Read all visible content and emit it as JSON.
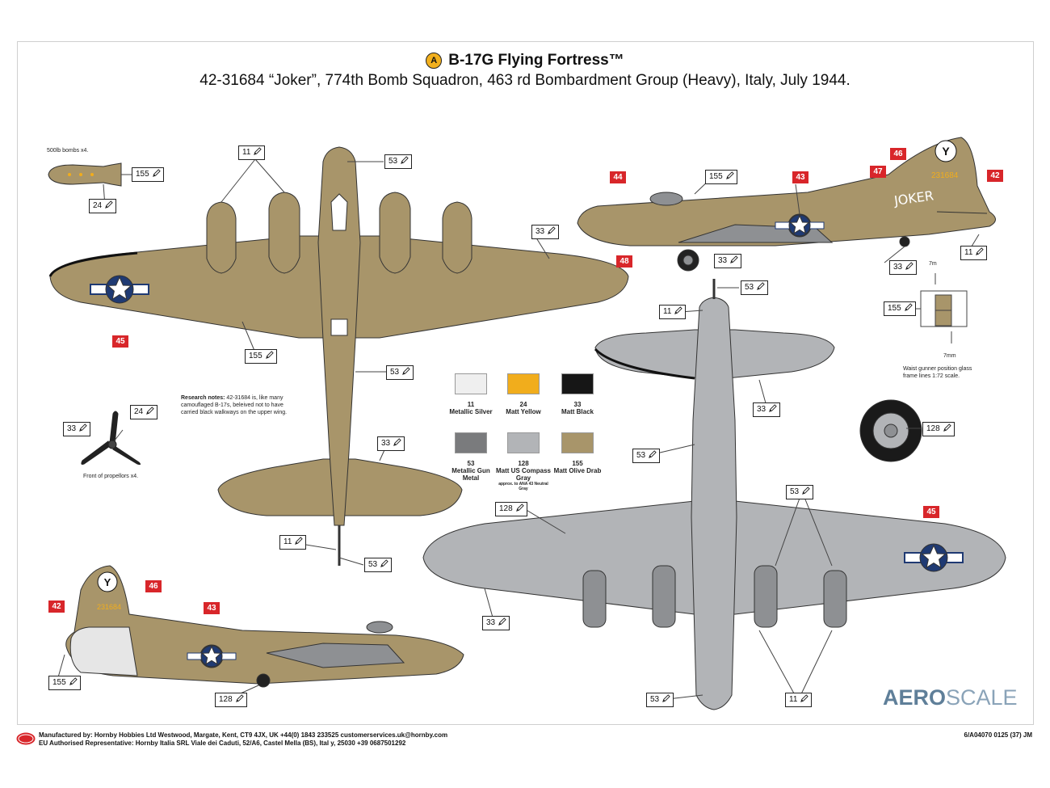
{
  "header": {
    "scheme_letter": "A",
    "title": "B-17G Flying Fortress™",
    "subtitle": "42-31684 “Joker”, 774th Bomb Squadron, 463 rd Bombardment Group (Heavy), Italy, July  1944."
  },
  "notes": {
    "bombs": "500lb bombs x4.",
    "propellers": "Front of propellors x4.",
    "research_title": "Research notes:",
    "research": "42-31684 is, like many camouflaged B-17s, beleived not to have carried black walkways on the upper wing.",
    "waist_gunner": "Waist gunner position glass frame lines 1:72 scale.",
    "dim_top": "7m",
    "dim_bottom": "7mm"
  },
  "paints": [
    {
      "code": "11",
      "name": "Metallic Silver",
      "color": "#efefef"
    },
    {
      "code": "24",
      "name": "Matt Yellow",
      "color": "#f1ad1c"
    },
    {
      "code": "33",
      "name": "Matt Black",
      "color": "#161616"
    },
    {
      "code": "53",
      "name": "Metallic Gun Metal",
      "color": "#7a7b7d"
    },
    {
      "code": "128",
      "name": "Matt US Compass Gray",
      "note": "approx. to ANA 43 Neutral Gray",
      "color": "#b2b4b7"
    },
    {
      "code": "155",
      "name": "Matt Olive Drab",
      "color": "#a8956a"
    }
  ],
  "colors": {
    "olive": "#a8956a",
    "olive_dark": "#8c7a52",
    "gray": "#b2b4b7",
    "gray_dark": "#8e9093",
    "decal_red": "#d8262a",
    "insignia_blue": "#1f3a73"
  },
  "callouts": [
    {
      "id": "c1",
      "label": "11"
    },
    {
      "id": "c2",
      "label": "53"
    },
    {
      "id": "c3",
      "label": "155"
    },
    {
      "id": "c4",
      "label": "24"
    },
    {
      "id": "c5",
      "label": "33"
    },
    {
      "id": "c6",
      "label": "155"
    },
    {
      "id": "c7",
      "label": "53"
    },
    {
      "id": "c8",
      "label": "24"
    },
    {
      "id": "c9",
      "label": "33"
    },
    {
      "id": "c10",
      "label": "33"
    },
    {
      "id": "c11",
      "label": "11"
    },
    {
      "id": "c12",
      "label": "53"
    },
    {
      "id": "c13",
      "label": "155"
    },
    {
      "id": "c14",
      "label": "33"
    },
    {
      "id": "c15",
      "label": "33"
    },
    {
      "id": "c16",
      "label": "11"
    },
    {
      "id": "c17",
      "label": "53"
    },
    {
      "id": "c18",
      "label": "11"
    },
    {
      "id": "c19",
      "label": "155"
    },
    {
      "id": "c20",
      "label": "33"
    },
    {
      "id": "c21",
      "label": "128"
    },
    {
      "id": "c22",
      "label": "53"
    },
    {
      "id": "c23",
      "label": "128"
    },
    {
      "id": "c24",
      "label": "53"
    },
    {
      "id": "c25",
      "label": "33"
    },
    {
      "id": "c26",
      "label": "53"
    },
    {
      "id": "c27",
      "label": "11"
    },
    {
      "id": "c28",
      "label": "155"
    },
    {
      "id": "c29",
      "label": "128"
    }
  ],
  "decals": [
    {
      "id": "d1",
      "label": "45"
    },
    {
      "id": "d2",
      "label": "44"
    },
    {
      "id": "d3",
      "label": "43"
    },
    {
      "id": "d4",
      "label": "46"
    },
    {
      "id": "d5",
      "label": "47"
    },
    {
      "id": "d6",
      "label": "42"
    },
    {
      "id": "d7",
      "label": "48"
    },
    {
      "id": "d8",
      "label": "42"
    },
    {
      "id": "d9",
      "label": "46"
    },
    {
      "id": "d10",
      "label": "43"
    },
    {
      "id": "d11",
      "label": "45"
    }
  ],
  "markings": {
    "serial": "231684",
    "nose_art": "JOKER",
    "tail_letter": "Y"
  },
  "footer": {
    "line1": "Manufactured by: Hornby Hobbies Ltd Westwood, Margate, Kent, CT9 4JX, UK +44(0) 1843 233525 customerservices.uk@hornby.com",
    "line2": "EU Authorised Representative: Hornby Italia SRL Viale dei Caduti, 52/A6, Castel Mella (BS), Ital y, 25030 +39 0687501292",
    "ref": "6/A04070 0125 (37) JM",
    "watermark_a": "AERO",
    "watermark_b": "SCALE"
  }
}
